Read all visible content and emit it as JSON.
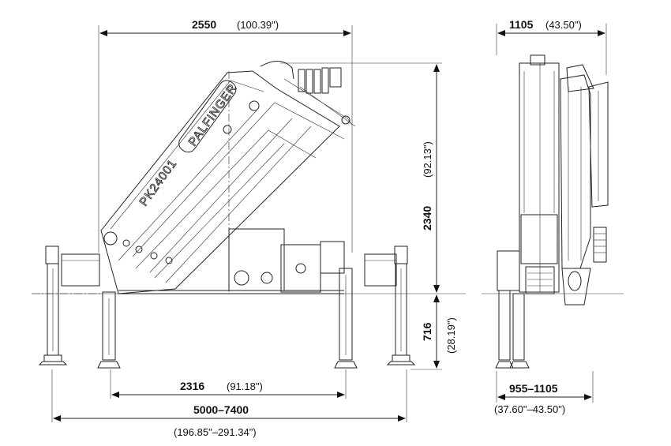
{
  "dimensions": {
    "top_width": {
      "mm": "2550",
      "in": "(100.39\")"
    },
    "side_width": {
      "mm": "1105",
      "in": "(43.50\")"
    },
    "height": {
      "mm": "2340",
      "in": "(92.13\")"
    },
    "lower_height": {
      "mm": "716",
      "in": "(28.19\")"
    },
    "inner_support": {
      "mm": "2316",
      "in": "(91.18\")"
    },
    "outer_support": {
      "mm": "5000–7400",
      "in": "(196.85\"–291.34\")"
    },
    "side_support": {
      "mm": "955–1105",
      "in": "(37.60\"–43.50\")"
    }
  },
  "labels": {
    "brand": "PALFINGER",
    "model": "PK24001"
  }
}
